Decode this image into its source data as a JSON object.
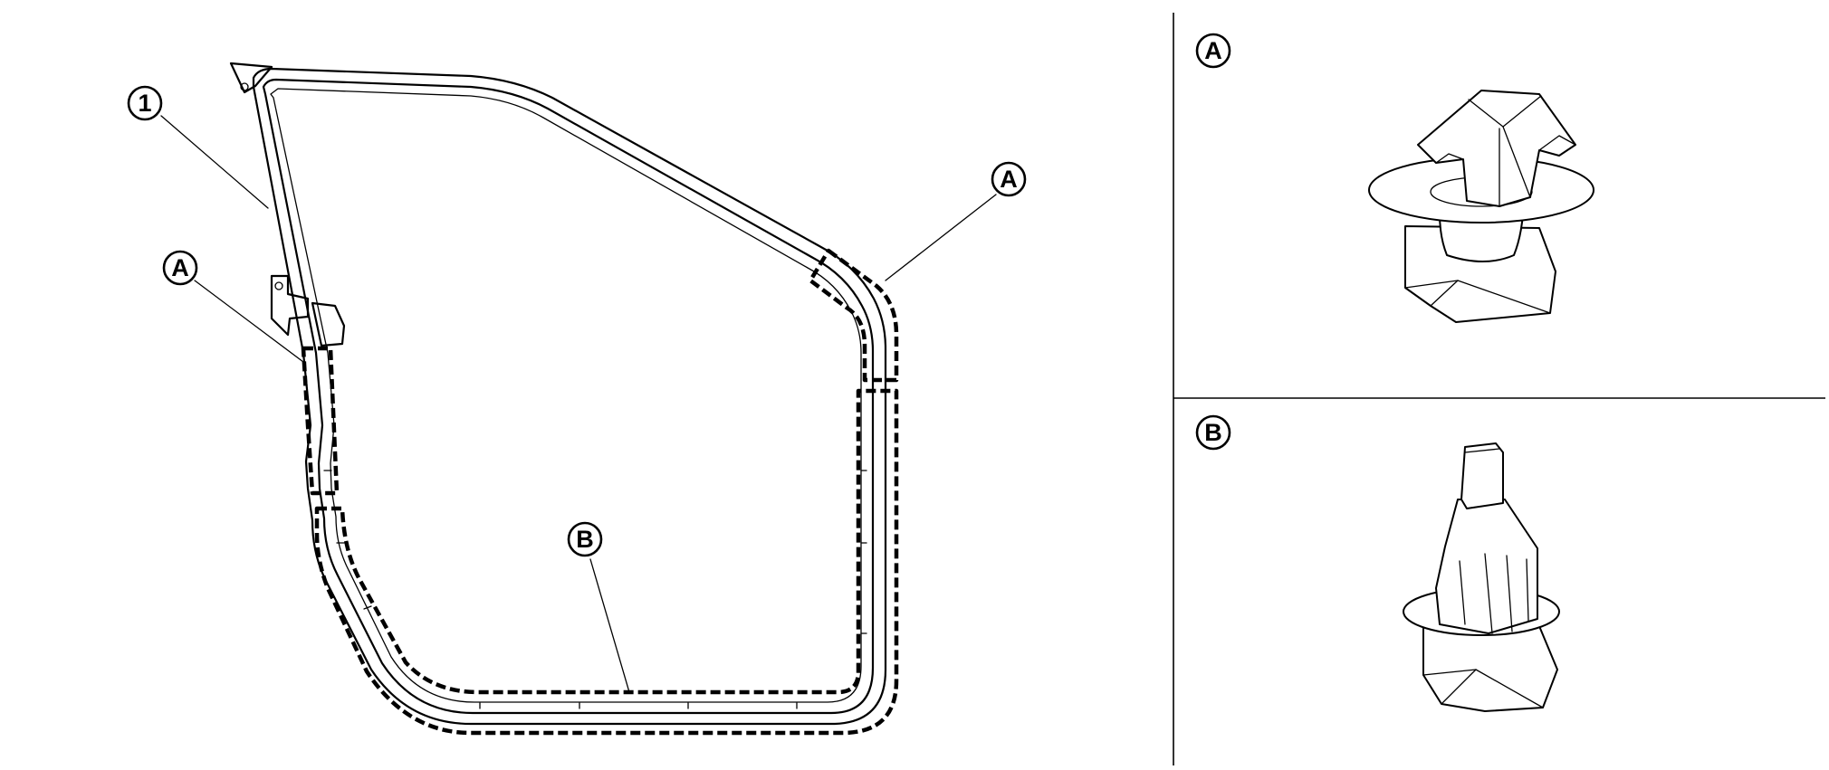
{
  "callouts": {
    "part1": "1",
    "clip_a_top": "A",
    "clip_a_left": "A",
    "clip_b": "B"
  },
  "panels": {
    "a_label": "A",
    "b_label": "B"
  }
}
